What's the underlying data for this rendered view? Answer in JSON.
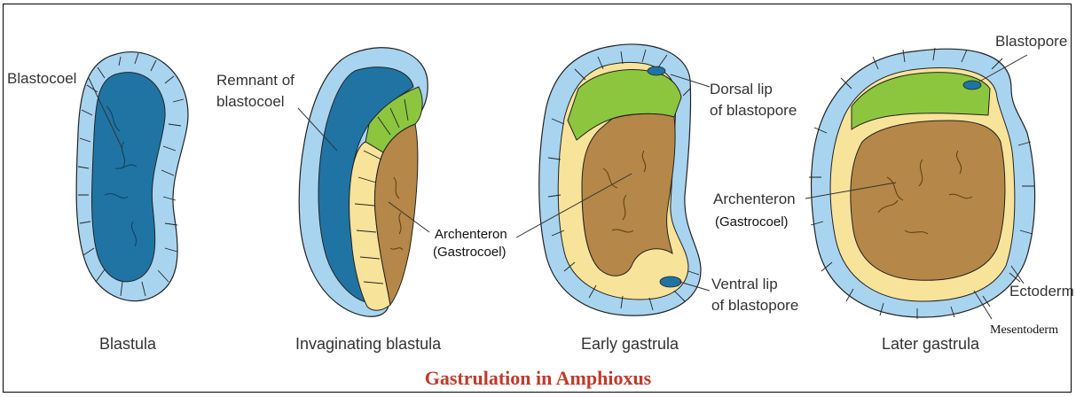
{
  "title": "Gastrulation in Amphioxus",
  "colors": {
    "ectoderm_cell": "#a8d4f0",
    "blastocoel": "#1f74a3",
    "green_cell": "#8cc63f",
    "yellow_cell": "#f8e39a",
    "archenteron": "#b58748",
    "title": "#c0392b"
  },
  "stages": [
    {
      "caption": "Blastula"
    },
    {
      "caption": "Invaginating blastula"
    },
    {
      "caption": "Early gastrula"
    },
    {
      "caption": "Later gastrula"
    }
  ],
  "labels": {
    "blastocoel": "Blastocoel",
    "remnant_line1": "Remnant of",
    "remnant_line2": "blastocoel",
    "archenteron_a": "Archenteron",
    "gastrocoel_a": "(Gastrocoel)",
    "dorsal_line1": "Dorsal lip",
    "dorsal_line2": "of blastopore",
    "ventral_line1": "Ventral lip",
    "ventral_line2": "of blastopore",
    "archenteron_b": "Archenteron",
    "gastrocoel_b": "(Gastrocoel)",
    "blastopore": "Blastopore",
    "ectoderm": "Ectoderm",
    "mesentoderm": "Mesentoderm"
  }
}
